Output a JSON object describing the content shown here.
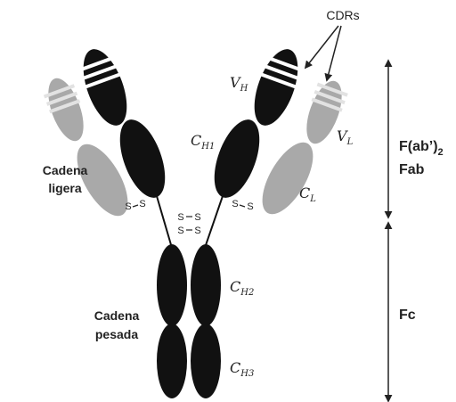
{
  "labels": {
    "cdrs": "CDRs",
    "chain_light_line1": "Cadena",
    "chain_light_line2": "ligera",
    "chain_heavy_line1": "Cadena",
    "chain_heavy_line2": "pesada",
    "disulfide_s": "S"
  },
  "domains": {
    "vh": {
      "main": "V",
      "sub": "H"
    },
    "vl": {
      "main": "V",
      "sub": "L"
    },
    "ch1": {
      "main": "C",
      "sub": "H1"
    },
    "cl": {
      "main": "C",
      "sub": "L"
    },
    "ch2": {
      "main": "C",
      "sub": "H2"
    },
    "ch3": {
      "main": "C",
      "sub": "H3"
    }
  },
  "regions": {
    "fab_main": "F(ab’)",
    "fab_sub": "2",
    "fab2": "Fab",
    "fc": "Fc"
  },
  "colors": {
    "heavy": "#111111",
    "light": "#a9a9a9",
    "light_stripe": "#e2e2e2",
    "ink": "#222222"
  }
}
